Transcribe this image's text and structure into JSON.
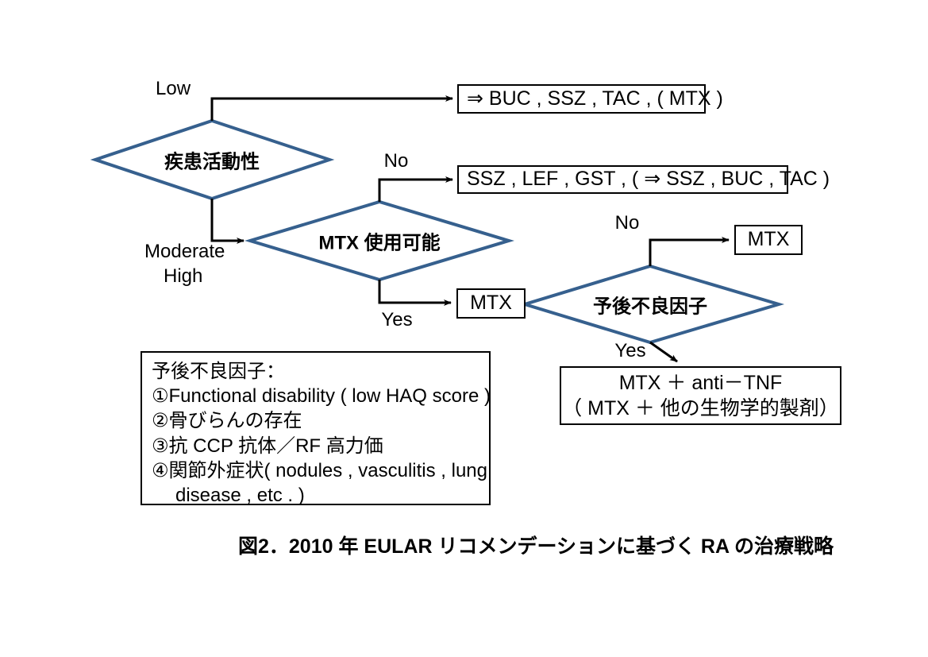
{
  "figure": {
    "caption": "図2．2010 年 EULAR リコメンデーションに基づく RA の治療戦略",
    "accent_color": "#36608E",
    "line_color": "#000000",
    "background": "#ffffff"
  },
  "nodes": {
    "disease_activity": {
      "label": "疾患活動性",
      "shape": "diamond"
    },
    "mtx_available": {
      "label": "MTX 使用可能",
      "shape": "diamond"
    },
    "poor_prognosis": {
      "label": "予後不良因子",
      "shape": "diamond"
    },
    "low_treatment": {
      "label": "⇒ BUC , SSZ , TAC , ( MTX )",
      "shape": "box"
    },
    "no_mtx_treatment": {
      "label": "SSZ , LEF , GST , ( ⇒ SSZ , BUC , TAC )",
      "shape": "box"
    },
    "mtx_yes": {
      "label": "MTX",
      "shape": "box"
    },
    "mtx_no_prognosis": {
      "label": "MTX",
      "shape": "box"
    },
    "biologic": {
      "line1": "MTX ＋ anti－TNF",
      "line2": "（ MTX ＋ 他の生物学的製剤）",
      "shape": "box"
    }
  },
  "edges": {
    "low": "Low",
    "moderate": "Moderate",
    "high": "High",
    "mtx_no": "No",
    "mtx_yes": "Yes",
    "prognosis_no": "No",
    "prognosis_yes": "Yes"
  },
  "legend": {
    "title": "予後不良因子：",
    "items": [
      "①Functional disability ( low HAQ score )",
      "②骨びらんの存在",
      "③抗 CCP 抗体／RF 高力価",
      "④関節外症状( nodules , vasculitis , lung",
      "disease , etc . )"
    ]
  }
}
